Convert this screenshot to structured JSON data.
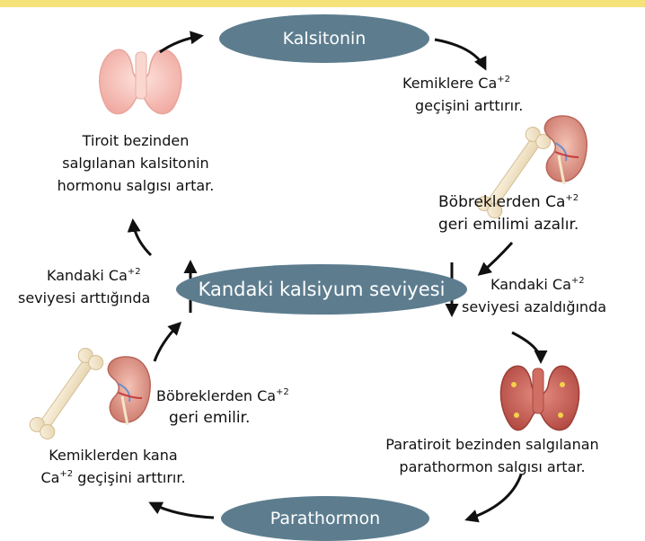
{
  "nodes": {
    "calcitonin": "Kalsitonin",
    "center": "Kandaki kalsiyum seviyesi",
    "parathormone": "Parathormon"
  },
  "labels": {
    "thyroid_1": "Tiroit bezinden",
    "thyroid_2": "salgılanan kalsitonin",
    "thyroid_3": "hormonu salgısı artar.",
    "bone_in_1": "Kemiklere Ca",
    "bone_in_1_sup": "+2",
    "bone_in_2": "geçişini arttırır.",
    "kidney_top_1": "Böbreklerden Ca",
    "kidney_top_1_sup": "+2",
    "kidney_top_2": "geri emilimi azalır.",
    "left_top_1": "Kandaki Ca",
    "left_top_1_sup": "+2",
    "left_top_2": "seviyesi arttığında",
    "right_top_1": "Kandaki Ca",
    "right_top_1_sup": "+2",
    "right_top_2": "seviyesi azaldığında",
    "kidney_bottom_1": "Böbreklerden Ca",
    "kidney_bottom_1_sup": "+2",
    "kidney_bottom_2": "geri emilir.",
    "bone_out_1": "Kemiklerden kana",
    "bone_out_2_pre": "Ca",
    "bone_out_2_sup": "+2",
    "bone_out_2": " geçişini arttırır.",
    "parathyroid_1": "Paratiroit bezinden salgılanan",
    "parathyroid_2": "parathormon salgısı artar."
  },
  "colors": {
    "ellipse": "#5d7d8f",
    "thyroid": "#f2b7b0",
    "parathyroid": "#c85a50",
    "kidney": "#d98e80",
    "bone": "#eee0c2",
    "topbar": "#f6e27a"
  }
}
